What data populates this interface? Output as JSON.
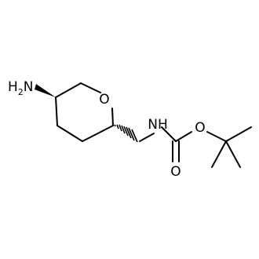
{
  "molecule": {
    "atoms": {
      "amine": {
        "element": "H",
        "subscript": "2",
        "suffix": "N"
      },
      "ring_oxygen": "O",
      "carbamate_nh": "NH",
      "ester_oxygen": "O",
      "carbonyl_oxygen": "O"
    },
    "colors": {
      "bond": "#000000",
      "text": "#000000",
      "background": "#ffffff"
    }
  }
}
